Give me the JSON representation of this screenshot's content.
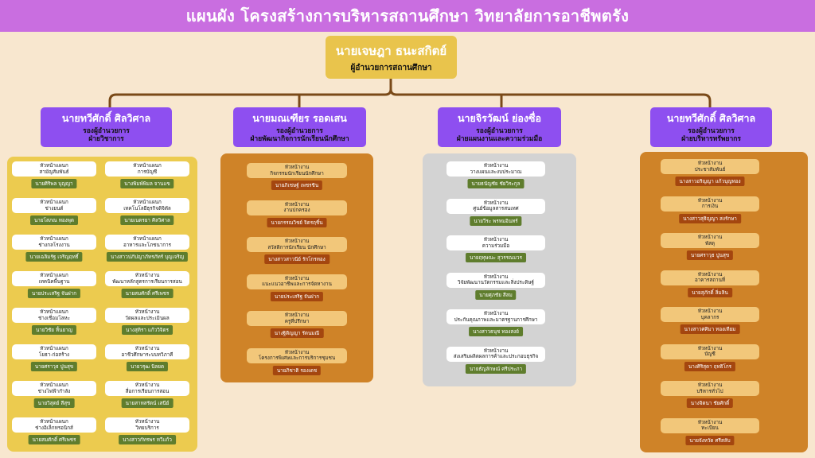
{
  "title": "แผนผัง โครงสร้างการบริหารสถานศึกษา วิทยาลัยการอาชีพตรัง",
  "colors": {
    "background": "#f8e7cf",
    "title_bar": "#c96ee0",
    "director_box": "#e9c44c",
    "deputy_box": "#8e4ff0",
    "connector": "#7a4a18",
    "panel_yellow": "#eccb4f",
    "panel_orange": "#cf8328",
    "panel_gray": "#d3d3d3",
    "person_green": "#5f7d2d",
    "person_brown": "#a4460f"
  },
  "director": {
    "name": "นายเจษฎา ธนะสกิตย์",
    "position": "ผู้อำนวยการสถานศึกษา"
  },
  "deputies": [
    {
      "name": "นายทวีศักดิ์ ศิลวิศาล",
      "position_lines": [
        "รองผู้อำนวยการ",
        "ฝ่ายวิชาการ"
      ],
      "units": [
        {
          "lines": [
            "หัวหน้าแผนก",
            "สามัญสัมพันธ์"
          ],
          "person": "นายศิริพล บุญญา"
        },
        {
          "lines": [
            "หัวหน้าแผนก",
            "การบัญชี"
          ],
          "person": "นางพิมพ์พิมล จานแข"
        },
        {
          "lines": [
            "หัวหน้าแผนก",
            "ช่างยนต์"
          ],
          "person": "นายโสภณ ทองพุด"
        },
        {
          "lines": [
            "หัวหน้าแผนก",
            "เทคโนโลยีธุรกิจดิจิตัล"
          ],
          "person": "นายเนตรยา ศิลวิศาล"
        },
        {
          "lines": [
            "หัวหน้าแผนก",
            "ช่างกลโรงงาน"
          ],
          "person": "นายเฉลิมรัฐ เจริญฤทธิ์"
        },
        {
          "lines": [
            "หัวหน้าแผนก",
            "อาหารและโภชนาการ"
          ],
          "person": "นางสาวปภัปญาภัทรภัทร์ บุญเจริญ"
        },
        {
          "lines": [
            "หัวหน้าแผนก",
            "เทคนิคพื้นฐาน"
          ],
          "person": "นายประเสริฐ จันฝาก"
        },
        {
          "lines": [
            "หัวหน้างาน",
            "พัฒนาหลักสูตรการเรียนการสอน"
          ],
          "person": "นายสมศักดิ์ ศรีเพชร"
        },
        {
          "lines": [
            "หัวหน้าแผนก",
            "ช่างเชื่อมโลหะ"
          ],
          "person": "นายวิชัย ทิ้นยาญ"
        },
        {
          "lines": [
            "หัวหน้างาน",
            "วัดผลและประเมินผล"
          ],
          "person": "นางสุทิรา แก้ววิจิตร"
        },
        {
          "lines": [
            "หัวหน้าแผนก",
            "โยธา-ก่อสร้าง"
          ],
          "person": "นายศราวุธ ปูนสุข"
        },
        {
          "lines": [
            "หัวหน้างาน",
            "อาชีวศึกษาระบบทวิภาคี"
          ],
          "person": "นายวรุฒ นิลยด"
        },
        {
          "lines": [
            "หัวหน้าแผนก",
            "ช่างไฟฟ้ากำลัง"
          ],
          "person": "นายวิสุตย์ สีสุข"
        },
        {
          "lines": [
            "หัวหน้างาน",
            "สื่อการเรียนการสอน"
          ],
          "person": "นายสาทสรัตน์ เสนีย์"
        },
        {
          "lines": [
            "หัวหน้าแผนก",
            "ช่างอิเล็กทรอนิกส์"
          ],
          "person": "นายสมศักดิ์ ศรีเพชร"
        },
        {
          "lines": [
            "หัวหน้างาน",
            "วิทยบริการ"
          ],
          "person": "นางสาวกัทรพร ทวีแก้ว"
        }
      ]
    },
    {
      "name": "นายมณเฑียร รอดเสน",
      "position_lines": [
        "รองผู้อำนวยการ",
        "ฝ่ายพัฒนากิจการนักเรียนนักศึกษา"
      ],
      "units": [
        {
          "lines": [
            "หัวหน้างาน",
            "กิจกรรมนักเรียนนักศึกษา"
          ],
          "person": "นายภิเชษฐ์ เพชรชิน"
        },
        {
          "lines": [
            "หัวหน้างาน",
            "งานปกครอง"
          ],
          "person": "นายกรรณวิชย์ จิตรฤชิ์น"
        },
        {
          "lines": [
            "หัวหน้างาน",
            "สวัสดิการนักเรียน นักศึกษา"
          ],
          "person": "นางสาวสาวนีย์ รักโกรทอง"
        },
        {
          "lines": [
            "หัวหน้างาน",
            "แนะแนวอาชีพและการจัดหางาน"
          ],
          "person": "นายประเสริฐ จันฝาก"
        },
        {
          "lines": [
            "หัวหน้างาน",
            "ครูที่ปรึกษา"
          ],
          "person": "นางฐิติญญา รัตนมณี"
        },
        {
          "lines": [
            "หัวหน้างาน",
            "โครงการพิเศษและการบริการชุมชน"
          ],
          "person": "นายภิชาติ รองเดช"
        }
      ]
    },
    {
      "name": "นายจิรวัฒน์ ย่องซื่อ",
      "position_lines": [
        "รองผู้อำนวยการ",
        "ฝ่ายแผนงานและความร่วมมือ"
      ],
      "units": [
        {
          "lines": [
            "หัวหน้างาน",
            "วางแผนและงบประมาณ"
          ],
          "person": "นายธนัญชัย ชัยวิระกุล"
        },
        {
          "lines": [
            "หัวหน้างาน",
            "ศูนย์ข้อมูลสารสนเทศ"
          ],
          "person": "นายวีระ พรหมอินทร์"
        },
        {
          "lines": [
            "หัวหน้างาน",
            "ความร่วมมือ"
          ],
          "person": "นายฤทุษณะ สุวรรณมวร"
        },
        {
          "lines": [
            "หัวหน้างาน",
            "วิจัยพัฒนานวัตกรรมและสิ่งประดิษฐ์"
          ],
          "person": "นายศุภชัย สีสม"
        },
        {
          "lines": [
            "หัวหน้างาน",
            "ประกันคุณภาพและมาตรฐานการศึกษา"
          ],
          "person": "นางสาวธนุช ทองสงย์"
        },
        {
          "lines": [
            "หัวหน้างาน",
            "ส่งเสริมผลิตผลการค้าและประกอบธุรกิจ"
          ],
          "person": "นายธัญลักษณ์ ศรีประภา"
        }
      ]
    },
    {
      "name": "นายทวีศักดิ์ ศิลวิศาล",
      "position_lines": [
        "รองผู้อำนวยการ",
        "ฝ่ายบริหารทรัพยากร"
      ],
      "units": [
        {
          "lines": [
            "หัวหน้างาน",
            "ประชาสัมพันธ์"
          ],
          "person": "นางสาวอริญญา แก้วบุญทอง"
        },
        {
          "lines": [
            "หัวหน้างาน",
            "การเงิน"
          ],
          "person": "นางสาวสุธิญญา สงรักษา"
        },
        {
          "lines": [
            "หัวหน้างาน",
            "พัสดุ"
          ],
          "person": "นายศราวุธ ปูนสุข"
        },
        {
          "lines": [
            "หัวหน้างาน",
            "อาคารสถานที่"
          ],
          "person": "นายสุภักดิ์ ลิ่มลิน"
        },
        {
          "lines": [
            "หัวหน้างาน",
            "บุคลากร"
          ],
          "person": "นางสาวศศิมา ทองเทียม"
        },
        {
          "lines": [
            "หัวหน้างาน",
            "บัญชี"
          ],
          "person": "นางศิริสุดา ฤทธิโกร"
        },
        {
          "lines": [
            "หัวหน้างาน",
            "บริหารทั่วไป"
          ],
          "person": "นางจิตนา ชัยศักดิ์"
        },
        {
          "lines": [
            "หัวหน้างาน",
            "ทะเบียน"
          ],
          "person": "นายจังหวัด ศรีสลับ"
        }
      ]
    }
  ]
}
